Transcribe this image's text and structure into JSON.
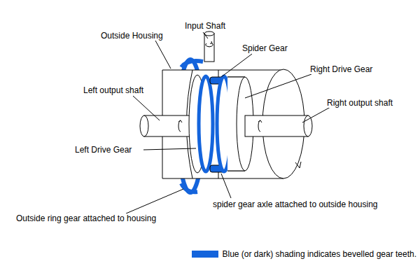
{
  "diagram": {
    "labels": [
      "Input Shaft",
      "Outside Housing",
      "Spider Gear",
      "Right Drive Gear",
      "Left output shaft",
      "Right output shaft",
      "Left Drive Gear",
      "spider gear axle attached to outside housing",
      "Outside ring gear attached to housing"
    ],
    "legend": [
      {
        "text": "Blue (or dark) shading indicates bevelled gear teeth.",
        "color": "#1464dc"
      }
    ]
  }
}
